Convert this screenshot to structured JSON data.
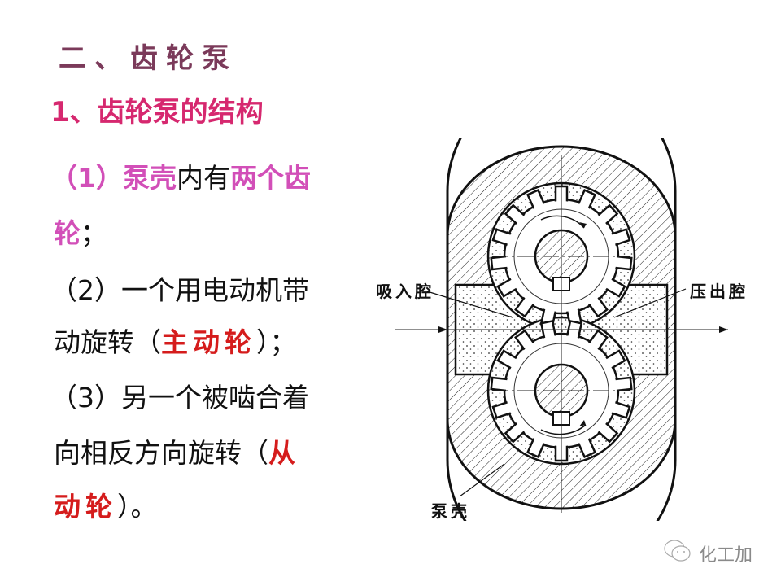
{
  "slide": {
    "section_title": "二、齿轮泵",
    "subtitle": "1、齿轮泵的结构",
    "points": [
      {
        "prefix": "（1）",
        "parts": [
          {
            "text": "泵壳",
            "style": "pink"
          },
          {
            "text": "内有",
            "style": "normal"
          },
          {
            "text": "两个齿",
            "style": "pink"
          }
        ],
        "line2": [
          {
            "text": "轮",
            "style": "pink"
          },
          {
            "text": "；",
            "style": "normal"
          }
        ]
      },
      {
        "prefix": "（2）",
        "line1": "一个用电动机带",
        "line2_pre": "动旋转（",
        "line2_em": "主动轮",
        "line2_post": "）；"
      },
      {
        "prefix": "（3）",
        "line1": "另一个被啮合着",
        "line2_pre": "向相反方向旋转（",
        "line2_em": "从",
        "line3_em": "动轮",
        "line3_post": "）。"
      }
    ]
  },
  "diagram": {
    "labels": {
      "inlet": "吸入腔",
      "outlet": "压出腔",
      "casing": "泵壳"
    }
  },
  "watermark": {
    "icon": "wechat-icon",
    "text": "化工加"
  },
  "colors": {
    "section_title": "#7b3a5a",
    "subtitle": "#d6286f",
    "highlight_pink": "#d24fb8",
    "highlight_red": "#d51c1c",
    "body_text": "#111111"
  }
}
